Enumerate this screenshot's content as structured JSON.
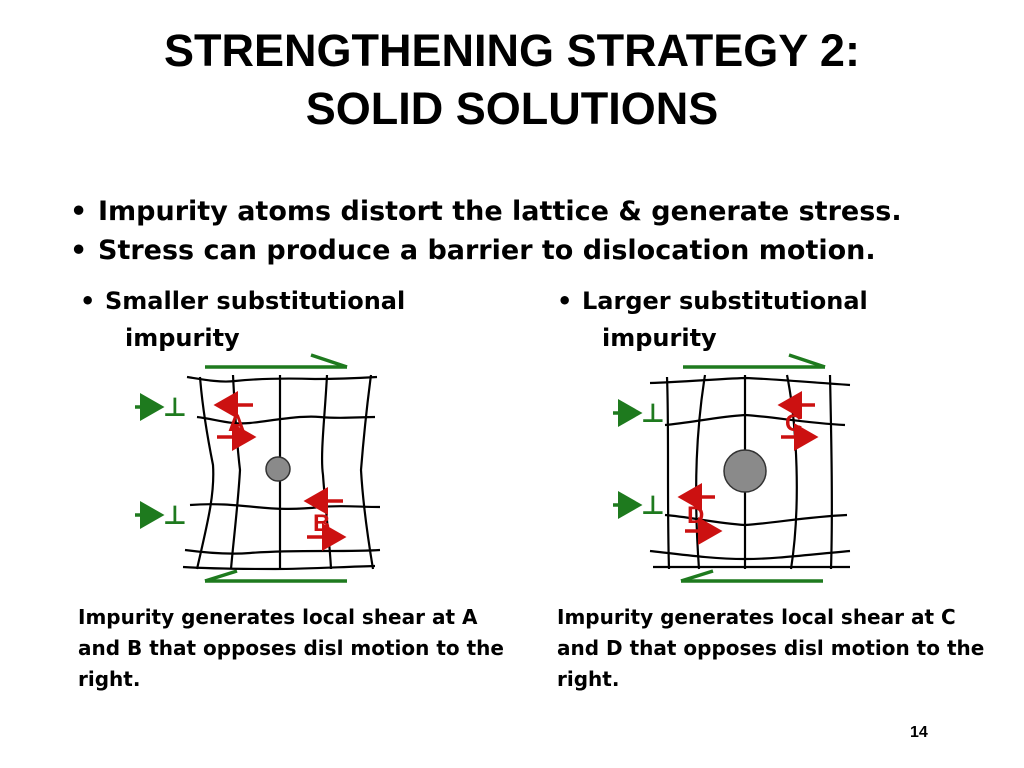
{
  "title": {
    "line1": "STRENGTHENING STRATEGY 2:",
    "line2": "SOLID SOLUTIONS"
  },
  "bullets": [
    "Impurity atoms distort the lattice & generate stress.",
    "Stress can produce a barrier to dislocation motion."
  ],
  "bullet_char": "•",
  "left_panel": {
    "heading_line1": "Smaller substitutional",
    "heading_line2": "impurity",
    "label_top": "A",
    "label_bottom": "B",
    "caption": "Impurity generates local shear at A and B that opposes disl motion to the right."
  },
  "right_panel": {
    "heading_line1": "Larger substitutional",
    "heading_line2": "impurity",
    "label_top": "C",
    "label_bottom": "D",
    "caption": "Impurity generates local shear at C and D that opposes disl motion to the right."
  },
  "dislocation_symbol": "⊥",
  "colors": {
    "shear_arrow": "#1e7a1e",
    "local_shear": "#cc1111",
    "atom": "#8a8a8a",
    "lattice": "#000000"
  },
  "page_number": "14"
}
